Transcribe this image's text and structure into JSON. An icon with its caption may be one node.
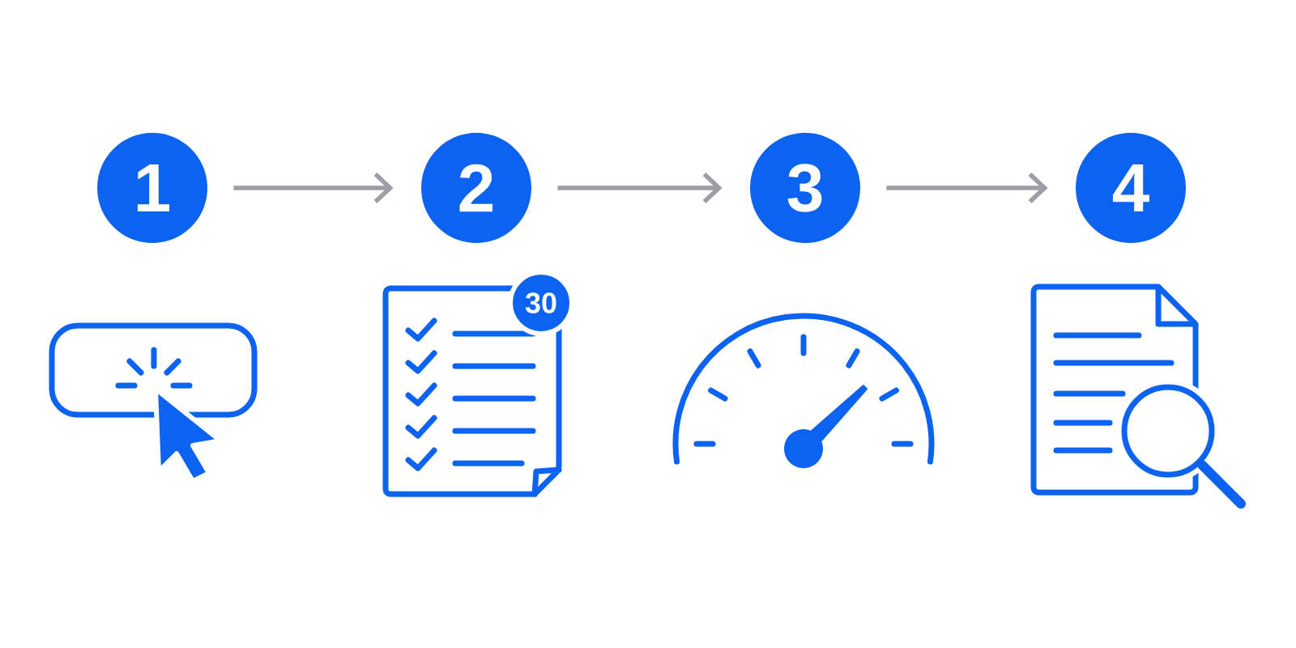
{
  "diagram": {
    "nodes": [
      {
        "text": [
          "1"
        ]
      },
      {
        "text": [
          "2"
        ]
      },
      {
        "text": [
          "3"
        ]
      },
      {
        "text": [
          "4"
        ]
      },
      {
        "text": [
          "30"
        ]
      }
    ],
    "edges": [
      {
        "from": 0,
        "to": 1,
        "arrow": "to"
      },
      {
        "from": 1,
        "to": 2,
        "arrow": "to"
      },
      {
        "from": 2,
        "to": 3,
        "arrow": "to"
      }
    ]
  }
}
